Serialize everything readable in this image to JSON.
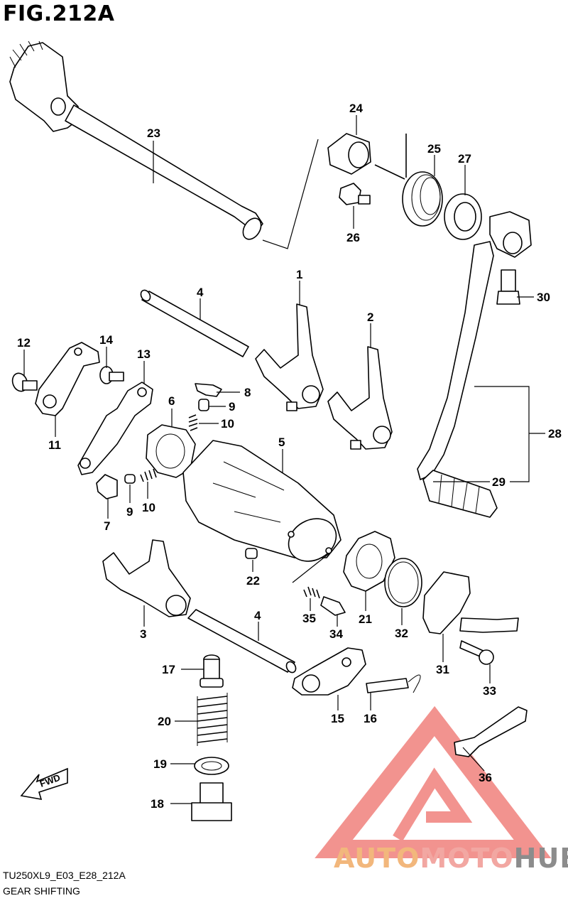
{
  "figure": {
    "title": "FIG.212A",
    "model_code": "TU250XL9_E03_E28_212A",
    "section_name": "GEAR SHIFTING"
  },
  "fwd_label": "FWD",
  "watermark": {
    "part1": "AUTO",
    "part2": "MOTO",
    "part3": "HUB",
    "colors": {
      "auto": "#f2b77c",
      "moto": "#f2a7a2",
      "hub": "#8c8c8c",
      "logo": "#ee6f6a"
    }
  },
  "callouts": [
    {
      "id": "c1",
      "label": "1"
    },
    {
      "id": "c2",
      "label": "2"
    },
    {
      "id": "c3",
      "label": "3"
    },
    {
      "id": "c4a",
      "label": "4"
    },
    {
      "id": "c4b",
      "label": "4"
    },
    {
      "id": "c5",
      "label": "5"
    },
    {
      "id": "c6",
      "label": "6"
    },
    {
      "id": "c7",
      "label": "7"
    },
    {
      "id": "c8",
      "label": "8"
    },
    {
      "id": "c9a",
      "label": "9"
    },
    {
      "id": "c9b",
      "label": "9"
    },
    {
      "id": "c10a",
      "label": "10"
    },
    {
      "id": "c10b",
      "label": "10"
    },
    {
      "id": "c11",
      "label": "11"
    },
    {
      "id": "c12",
      "label": "12"
    },
    {
      "id": "c13",
      "label": "13"
    },
    {
      "id": "c14",
      "label": "14"
    },
    {
      "id": "c15",
      "label": "15"
    },
    {
      "id": "c16",
      "label": "16"
    },
    {
      "id": "c17",
      "label": "17"
    },
    {
      "id": "c18",
      "label": "18"
    },
    {
      "id": "c19",
      "label": "19"
    },
    {
      "id": "c20",
      "label": "20"
    },
    {
      "id": "c21",
      "label": "21"
    },
    {
      "id": "c22",
      "label": "22"
    },
    {
      "id": "c23",
      "label": "23"
    },
    {
      "id": "c24",
      "label": "24"
    },
    {
      "id": "c25",
      "label": "25"
    },
    {
      "id": "c26",
      "label": "26"
    },
    {
      "id": "c27",
      "label": "27"
    },
    {
      "id": "c28",
      "label": "28"
    },
    {
      "id": "c29",
      "label": "29"
    },
    {
      "id": "c30",
      "label": "30"
    },
    {
      "id": "c31",
      "label": "31"
    },
    {
      "id": "c32",
      "label": "32"
    },
    {
      "id": "c33",
      "label": "33"
    },
    {
      "id": "c34",
      "label": "34"
    },
    {
      "id": "c35",
      "label": "35"
    },
    {
      "id": "c36",
      "label": "36"
    }
  ]
}
